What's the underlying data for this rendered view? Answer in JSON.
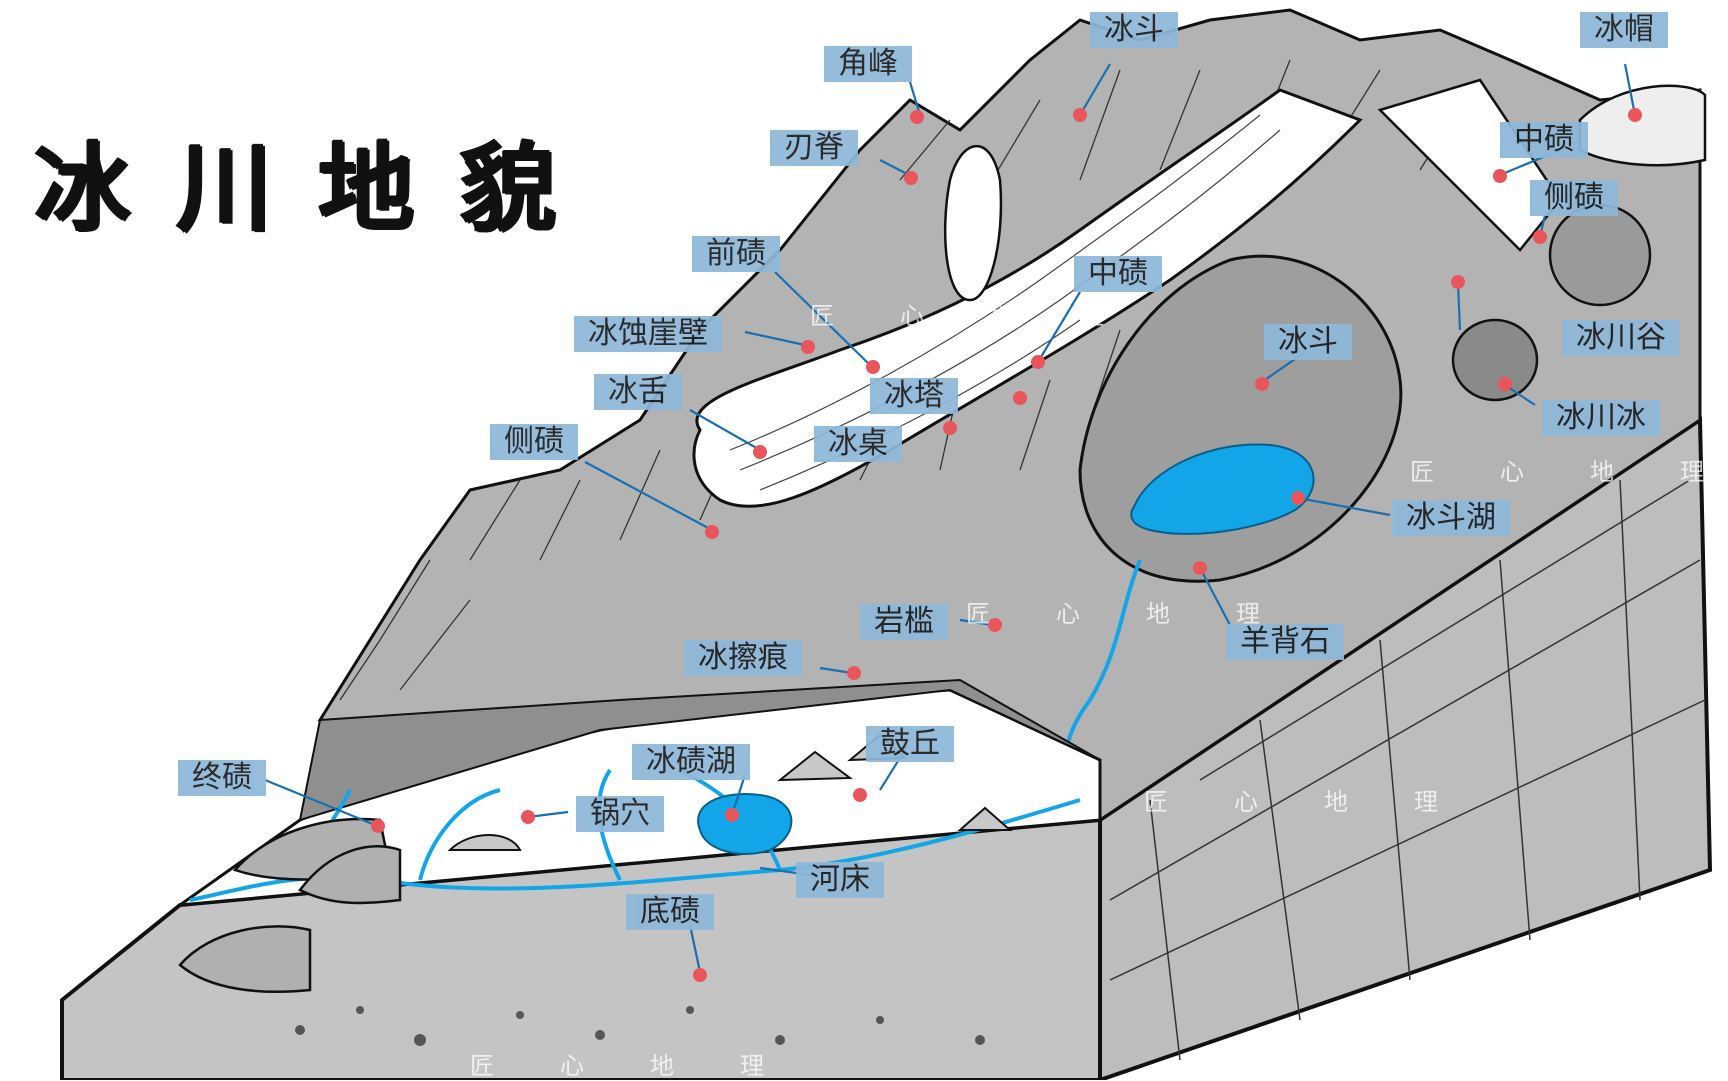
{
  "title": "冰川地貌",
  "watermark": "匠心地理",
  "labels": {
    "jiaofeng": "角峰",
    "rengji": "刃脊",
    "bingdou_top": "冰斗",
    "bingmao": "冰帽",
    "zhongqi_top": "中碛",
    "ceqi_top": "侧碛",
    "qianqi": "前碛",
    "zhongqi_mid": "中碛",
    "bingshiyabi": "冰蚀崖壁",
    "bingshe": "冰舌",
    "bingta": "冰塔",
    "bingzhuo": "冰桌",
    "ceqi_left": "侧碛",
    "bingdou_mid": "冰斗",
    "bingchuangu": "冰川谷",
    "bingchuanbing": "冰川冰",
    "bingduohu": "冰斗湖",
    "yangbeishi": "羊背石",
    "yankan": "岩槛",
    "bingcahen": "冰擦痕",
    "guqiu": "鼓丘",
    "bingqihu": "冰碛湖",
    "zhongqi_end": "终碛",
    "guoxue": "锅穴",
    "hechuang": "河床",
    "diqi": "底碛"
  },
  "colors": {
    "label_bg": "#8fb8da",
    "marker": "#e8565c",
    "water": "#12a6e8",
    "rock": "#a9a9a9",
    "ice": "#ffffff"
  }
}
